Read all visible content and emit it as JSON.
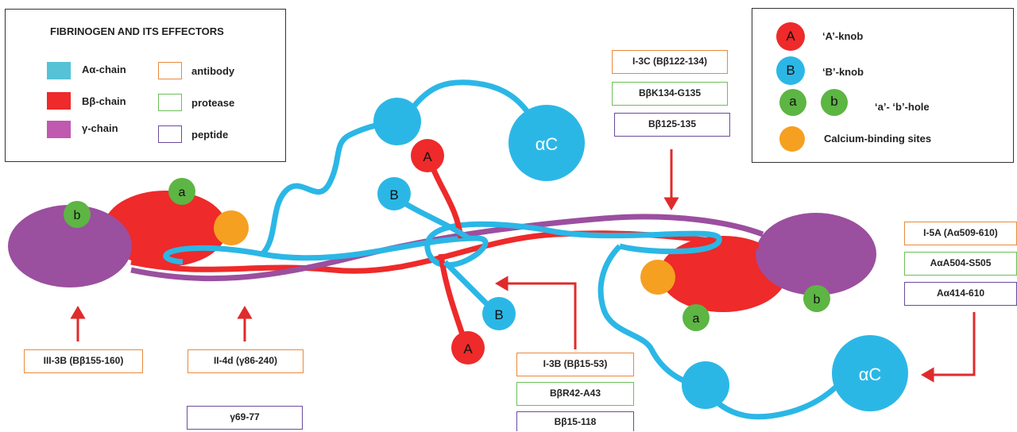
{
  "colors": {
    "a_alpha": "#2bb7e6",
    "b_beta": "#ee2a2a",
    "gamma": "#9b4f9f",
    "knob_hole_green": "#5db543",
    "calcium": "#f5a020",
    "antibody_border": "#e88a3c",
    "protease_border": "#6cbf5a",
    "peptide_border": "#6a4c9c",
    "arrow": "#e02b2b"
  },
  "legend_left": {
    "title": "FIBRINOGEN AND ITS EFFECTORS",
    "chains": [
      {
        "label": "Aα-chain",
        "color": "#56c2d6"
      },
      {
        "label": "Bβ-chain",
        "color": "#ee2a2a"
      },
      {
        "label": "γ-chain",
        "color": "#9b4f9f"
      }
    ],
    "effectors": [
      {
        "label": "antibody",
        "border": "#e88a3c"
      },
      {
        "label": "protease",
        "border": "#6cbf5a"
      },
      {
        "label": "peptide",
        "border": "#6a4c9c"
      }
    ]
  },
  "legend_right": {
    "a_knob_symbol": "A",
    "a_knob_label": "‘A’-knob",
    "b_knob_symbol": "B",
    "b_knob_label": "‘B’-knob",
    "hole_a_symbol": "a",
    "hole_b_symbol": "b",
    "hole_label": "‘a’- ‘b’-hole",
    "calcium_label": "Calcium-binding sites"
  },
  "molecule": {
    "alpha_c_label": "αC",
    "knob_a": "A",
    "knob_b": "B",
    "hole_a": "a",
    "hole_b": "b"
  },
  "effector_boxes": {
    "top_center": {
      "antibody": "I-3C (Bβ122-134)",
      "protease": "BβK134-G135",
      "peptide": "Bβ125-135"
    },
    "right": {
      "antibody": "I-5A (Aα509-610)",
      "protease": "AαA504-S505",
      "peptide": "Aα414-610"
    },
    "bottom_center": {
      "antibody": "I-3B (Bβ15-53)",
      "protease": "BβR42-A43",
      "peptide": "Bβ15-118"
    },
    "left_1": {
      "antibody": "III-3B (Bβ155-160)"
    },
    "left_2": {
      "antibody": "II-4d (γ86-240)",
      "peptide": "γ69-77"
    }
  }
}
